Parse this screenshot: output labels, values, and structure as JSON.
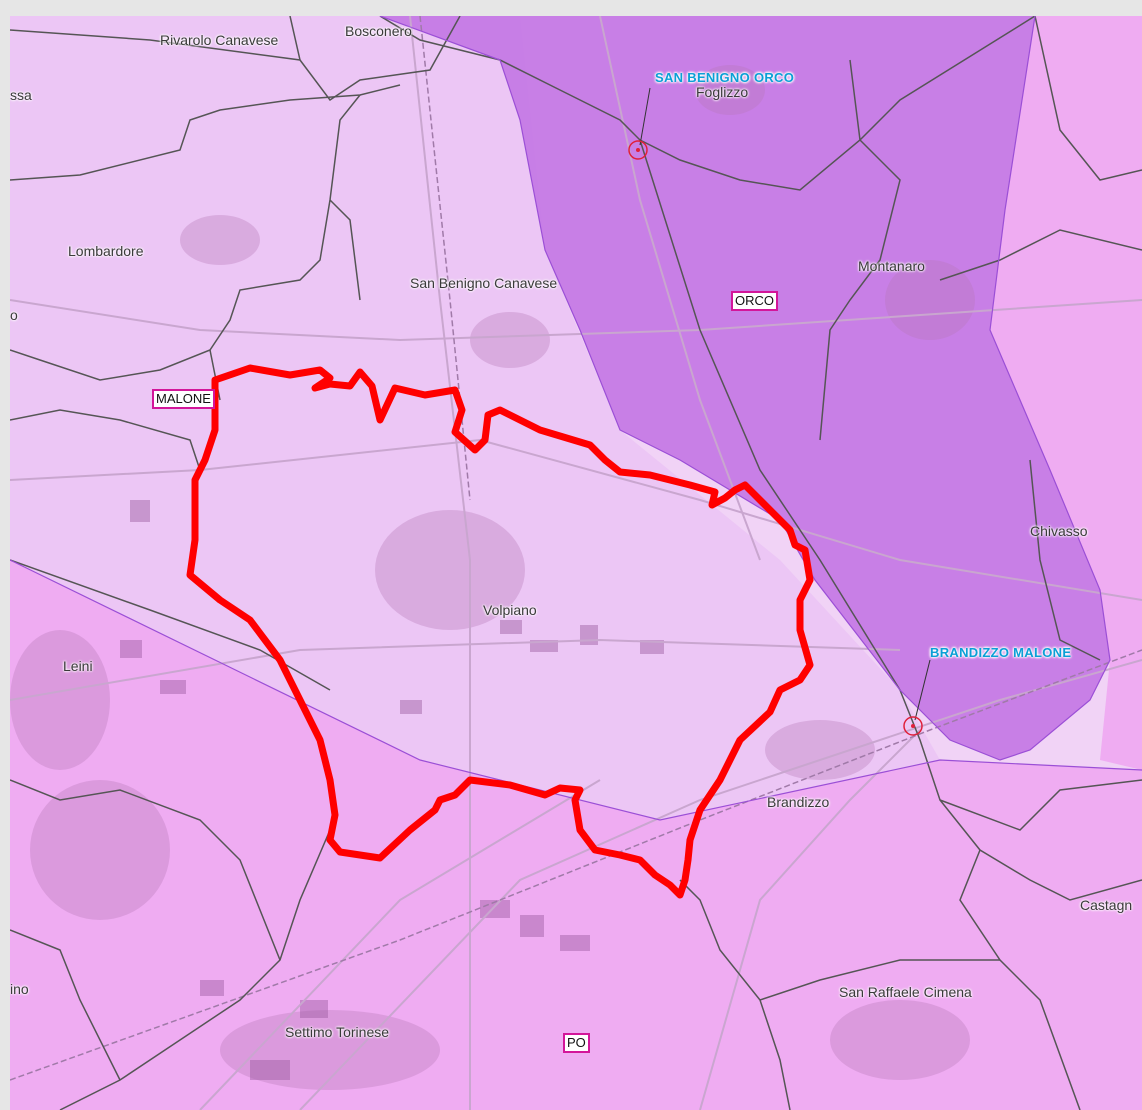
{
  "map": {
    "towns": {
      "rivarolo": "Rivarolo Canavese",
      "bosconero": "Bosconero",
      "foglizzo": "Foglizzo",
      "ssa": "ssa",
      "lombardore": "Lombardore",
      "san_benigno": "San Benigno Canavese",
      "montanaro": "Montanaro",
      "o_left": "o",
      "chivasso": "Chivasso",
      "volpiano": "Volpiano",
      "leini": "Leini",
      "brandizzo": "Brandizzo",
      "castagn": "Castagn",
      "ino": "ino",
      "san_raffaele": "San Raffaele Cimena",
      "settimo": "Settimo Torinese"
    },
    "basins": {
      "malone": "MALONE",
      "orco": "ORCO",
      "po": "PO"
    },
    "stations": {
      "san_benigno_orco": "SAN BENIGNO ORCO",
      "brandizzo_malone": "BRANDIZZO MALONE"
    },
    "colors": {
      "background": "#f4dcf7",
      "malone_basin": "#ecc3f5",
      "orco_basin": "#c876e6",
      "po_basin": "#ee9ff0",
      "boundary_outline": "#ff0000",
      "station_label": "#0aa0d6",
      "basin_label_border": "#d3169a"
    },
    "icons": [
      "station-marker-icon"
    ]
  }
}
